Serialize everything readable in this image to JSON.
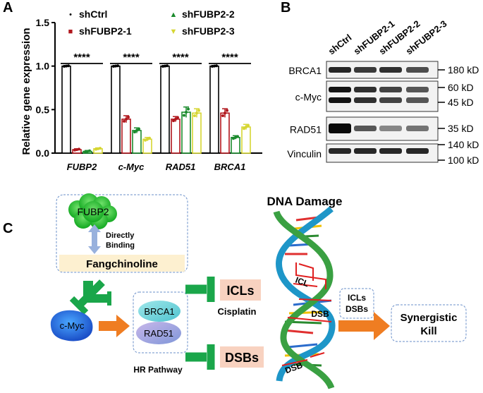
{
  "panels": {
    "a": "A",
    "b": "B",
    "c": "C"
  },
  "chart_data": {
    "type": "bar",
    "ylabel": "Relative gene expression",
    "ylim": [
      0,
      1.5
    ],
    "yticks": [
      "0.0",
      "0.5",
      "1.0",
      "1.5"
    ],
    "categories": [
      "FUBP2",
      "c-Myc",
      "RAD51",
      "BRCA1"
    ],
    "series": [
      {
        "name": "shCtrl",
        "values": [
          1.0,
          1.0,
          1.0,
          1.0
        ],
        "errors": [
          0.005,
          0.005,
          0.005,
          0.005
        ],
        "color": "#000000",
        "marker": "•"
      },
      {
        "name": "shFUBP2-1",
        "values": [
          0.04,
          0.39,
          0.39,
          0.46
        ],
        "errors": [
          0.01,
          0.04,
          0.03,
          0.05
        ],
        "color": "#b0161c",
        "marker": "■"
      },
      {
        "name": "shFUBP2-2",
        "values": [
          0.02,
          0.26,
          0.47,
          0.18
        ],
        "errors": [
          0.01,
          0.03,
          0.06,
          0.02
        ],
        "color": "#1a8a2c",
        "marker": "▲"
      },
      {
        "name": "shFUBP2-3",
        "values": [
          0.05,
          0.16,
          0.46,
          0.3
        ],
        "errors": [
          0.01,
          0.02,
          0.05,
          0.03
        ],
        "color": "#d6d632",
        "marker": "▼"
      }
    ],
    "significance": [
      "****",
      "****",
      "****",
      "****"
    ]
  },
  "blot": {
    "lanes": [
      "shCtrl",
      "shFUBP2-1",
      "shFUBP2-2",
      "shFUBP2-3"
    ],
    "rows": [
      {
        "label": "BRCA1",
        "markers": [
          "180 kD"
        ],
        "intensity": [
          0.85,
          0.75,
          0.8,
          0.65
        ]
      },
      {
        "label": "c-Myc",
        "markers": [
          "60 kD",
          "45 kD"
        ],
        "intensity": [
          0.95,
          0.8,
          0.7,
          0.6
        ]
      },
      {
        "label": "RAD51",
        "markers": [
          "35 kD"
        ],
        "intensity": [
          1.0,
          0.6,
          0.35,
          0.45
        ]
      },
      {
        "label": "Vinculin",
        "markers": [
          "140 kD",
          "100 kD"
        ],
        "intensity": [
          0.85,
          0.85,
          0.85,
          0.85
        ]
      }
    ]
  },
  "schematic": {
    "fubp2": "FUBP2",
    "binding": "Directly\nBinding",
    "compound": "Fangchinoline",
    "cmyc": "c-Myc",
    "brca1": "BRCA1",
    "rad51": "RAD51",
    "hr": "HR Pathway",
    "icls": "ICLs",
    "cisplatin": "Cisplatin",
    "dsbs": "DSBs",
    "dna_damage": "DNA Damage",
    "icl": "ICL",
    "dsb1": "DSB",
    "dsb2": "DSB",
    "result_box": "ICLs\nDSBs",
    "synergy": "Synergistic\nKill",
    "colors": {
      "arrow": "#ef7d22",
      "inhibit": "#1aa64a",
      "fubp2": "#1bbf2c",
      "compound_bg": "#fdf0d0",
      "damage_bg": "#f8d2c0"
    }
  }
}
